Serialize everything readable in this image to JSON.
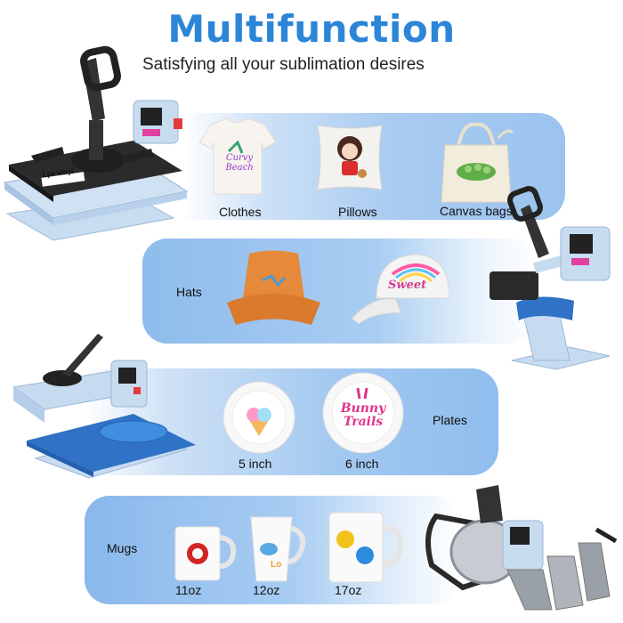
{
  "header": {
    "title": "Multifunction",
    "subtitle": "Satisfying all your sublimation desires"
  },
  "rows": {
    "row1": {
      "items": [
        "Clothes",
        "Pillows",
        "Canvas bags"
      ]
    },
    "row2": {
      "category": "Hats"
    },
    "row3": {
      "category": "Plates",
      "items": [
        "5 inch",
        "6 inch"
      ]
    },
    "row4": {
      "category": "Mugs",
      "items": [
        "11oz",
        "12oz",
        "17oz"
      ]
    }
  },
  "machine": {
    "brand": "Lya Vinyl"
  },
  "product_prints": {
    "tshirt_logo": "Curvy Beach",
    "cap_logo": "Sweet",
    "plate_text": "Bunny Trails"
  },
  "colors": {
    "accent": "#2c86d8",
    "machine_body": "#c5daf0",
    "press_pad": "#2f72c6",
    "dark": "#2a2a2a"
  }
}
